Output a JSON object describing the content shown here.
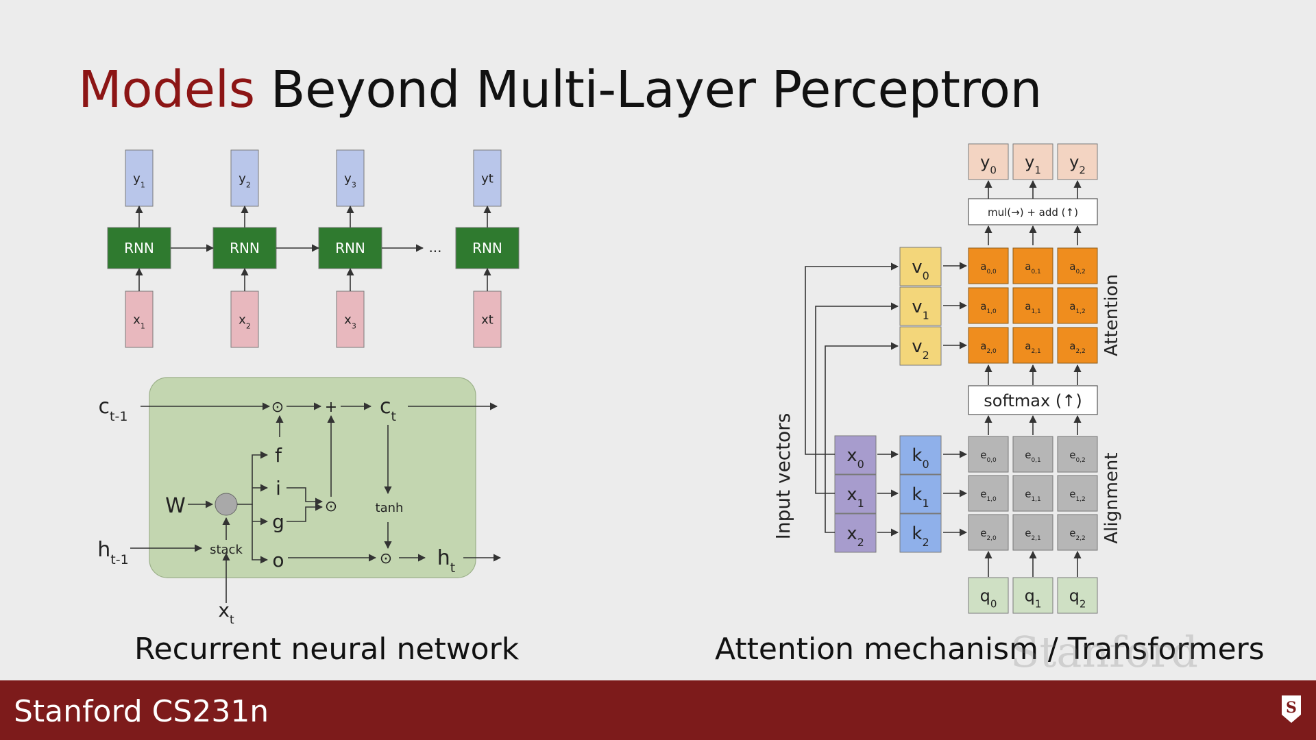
{
  "slide": {
    "title_highlight": "Models",
    "title_rest": "Beyond Multi-Layer Perceptron"
  },
  "rnn": {
    "outputs": [
      "y1",
      "y2",
      "y3",
      "yt"
    ],
    "inputs": [
      "x1",
      "x2",
      "x3",
      "xt"
    ],
    "cell_label": "RNN",
    "ellipsis": "...",
    "caption": "Recurrent neural network"
  },
  "lstm": {
    "c_prev": "c",
    "c_prev_sub": "t-1",
    "h_prev": "h",
    "h_prev_sub": "t-1",
    "c_next": "c",
    "c_next_sub": "t",
    "h_next": "h",
    "h_next_sub": "t",
    "x_in": "x",
    "x_in_sub": "t",
    "weight": "W",
    "stack": "stack",
    "tanh": "tanh",
    "gates": [
      "f",
      "i",
      "g",
      "o"
    ],
    "mul_op": "⊙",
    "add_op": "+"
  },
  "attention": {
    "outputs": [
      "y0",
      "y1",
      "y2"
    ],
    "mul_add": "mul(→) + add (↑)",
    "values": [
      "v0",
      "v1",
      "v2"
    ],
    "keys": [
      "k0",
      "k1",
      "k2"
    ],
    "inputs": [
      "x0",
      "x1",
      "x2"
    ],
    "queries": [
      "q0",
      "q1",
      "q2"
    ],
    "attention_weights": [
      [
        "a0,0",
        "a0,1",
        "a0,2"
      ],
      [
        "a1,0",
        "a1,1",
        "a1,2"
      ],
      [
        "a2,0",
        "a2,1",
        "a2,2"
      ]
    ],
    "alignment_scores": [
      [
        "e0,0",
        "e0,1",
        "e0,2"
      ],
      [
        "e1,0",
        "e1,1",
        "e1,2"
      ],
      [
        "e2,0",
        "e2,1",
        "e2,2"
      ]
    ],
    "softmax": "softmax (↑)",
    "attention_label": "Attention",
    "alignment_label": "Alignment",
    "input_vectors_label": "Input vectors",
    "caption": "Attention mechanism / Transformers"
  },
  "footer": {
    "course": "Stanford CS231n",
    "watermark": "Stanford"
  },
  "colors": {
    "accent_red": "#8c1515",
    "footer_bg": "#7d1b1b",
    "rnn_green": "#2f7a2f",
    "output_blue": "#b9c6ea",
    "input_pink": "#e8b8be",
    "lstm_bg": "#c3d6b0",
    "attn_orange": "#ef8d1e",
    "value_yellow": "#f3d67a",
    "key_blue": "#8fb0ea",
    "input_purple": "#a79ccd",
    "score_gray": "#b6b6b6",
    "query_green": "#cfe0c4",
    "output_peach": "#f3d4c2"
  }
}
